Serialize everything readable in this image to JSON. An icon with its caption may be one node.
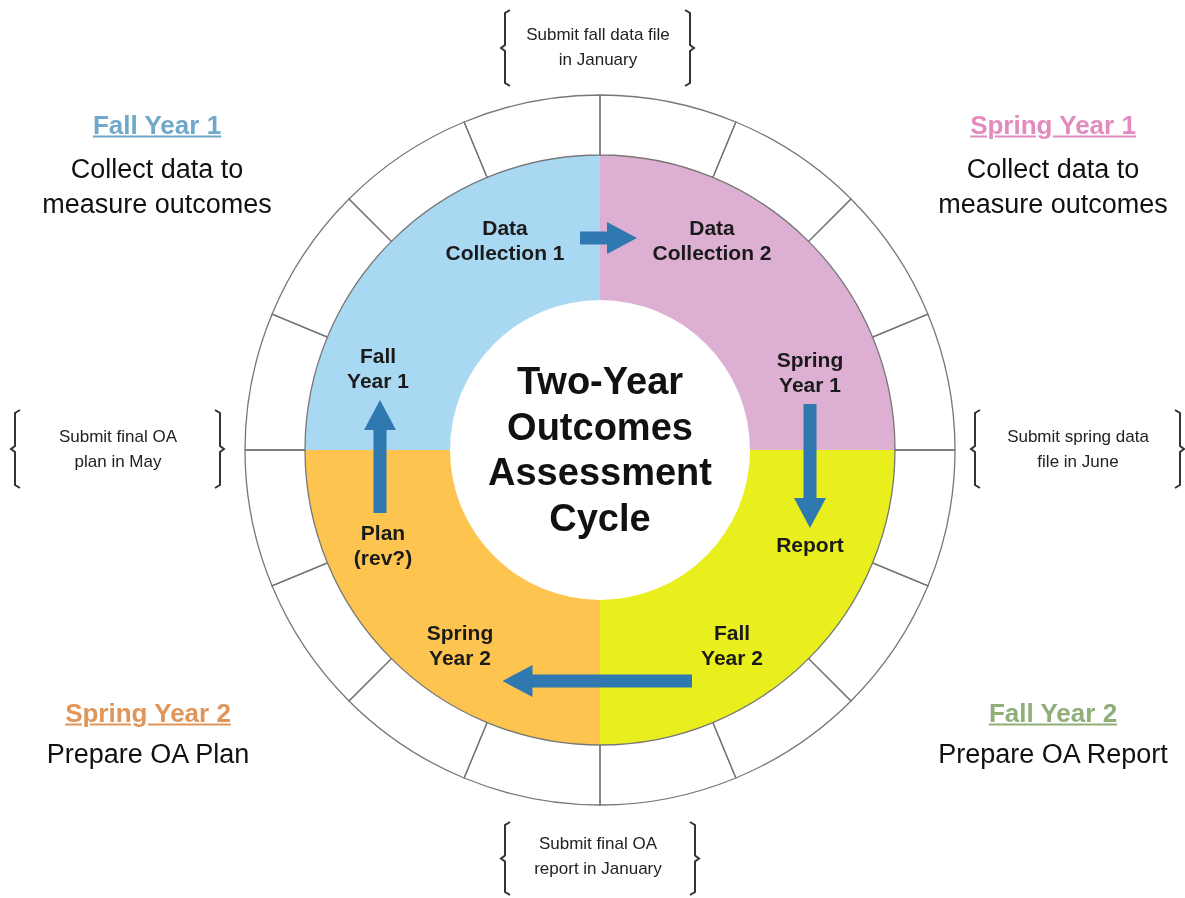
{
  "diagram": {
    "title": "Two-Year Outcomes Assessment Cycle",
    "nodes": [
      {
        "text": [
          "Data Collection 1"
        ]
      },
      {
        "text": [
          "Data Collection 2"
        ]
      },
      {
        "text": [
          "Fall Year 1"
        ]
      },
      {
        "text": [
          "Spring Year 1"
        ]
      },
      {
        "text": [
          "Plan (rev?)"
        ]
      },
      {
        "text": [
          "Report"
        ]
      },
      {
        "text": [
          "Spring Year 2"
        ]
      },
      {
        "text": [
          "Fall Year 2"
        ]
      }
    ],
    "edges": [
      {
        "from": 0,
        "to": 1,
        "arrow": "to"
      },
      {
        "from": 3,
        "to": 5,
        "arrow": "to"
      },
      {
        "from": 7,
        "to": 6,
        "arrow": "to"
      },
      {
        "from": 4,
        "to": 2,
        "arrow": "to"
      }
    ],
    "labels": [
      "Submit fall data file in January",
      "Fall Year 1",
      "Collect data to measure outcomes",
      "Spring Year 1",
      "Collect data to measure outcomes",
      "Submit final OA plan in May",
      "Submit spring data file in June",
      "Spring Year 2",
      "Prepare OA Plan",
      "Fall Year 2",
      "Prepare OA Report",
      "Submit final OA report in January"
    ]
  }
}
